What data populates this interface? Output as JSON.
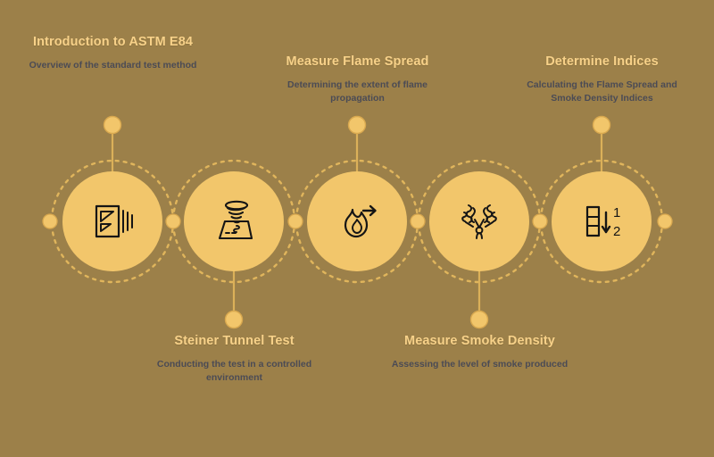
{
  "theme": {
    "background_color": "#9c8049",
    "circle_fill": "#f2c66b",
    "title_color": "#f7d189",
    "description_color": "#4b4b55",
    "icon_stroke": "#151515",
    "connector_color": "#e3b860"
  },
  "steps": [
    {
      "id": "introduction-to-astm-e84",
      "title": "Introduction to ASTM E84",
      "description": "Overview of the standard test method",
      "icon": "document-standard-icon",
      "position": "top"
    },
    {
      "id": "steiner-tunnel-test",
      "title": "Steiner Tunnel Test",
      "description": "Conducting the test in a controlled environment",
      "icon": "tunnel-vortex-icon",
      "position": "bottom"
    },
    {
      "id": "measure-flame-spread",
      "title": "Measure Flame Spread",
      "description": "Determining the extent of flame propagation",
      "icon": "flame-arrow-icon",
      "position": "top"
    },
    {
      "id": "measure-smoke-density",
      "title": "Measure Smoke Density",
      "description": "Assessing the level of smoke produced",
      "icon": "smoke-plumes-icon",
      "position": "bottom"
    },
    {
      "id": "determine-indices",
      "title": "Determine Indices",
      "description": "Calculating the Flame Spread and Smoke Density Indices",
      "icon": "index-ranking-icon",
      "position": "top"
    }
  ],
  "icon_labels": {
    "index_one": "1",
    "index_two": "2"
  }
}
